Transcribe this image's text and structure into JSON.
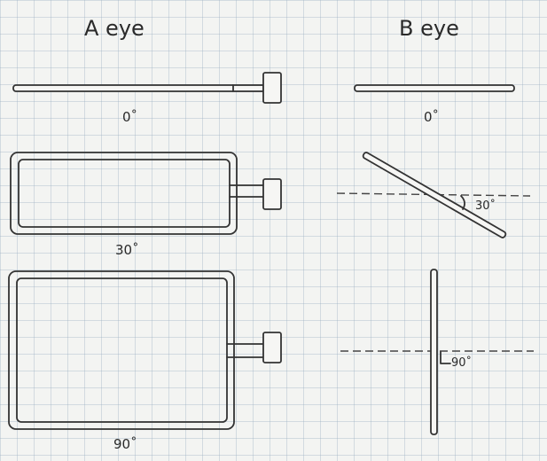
{
  "titles": {
    "a_eye": "A eye",
    "b_eye": "B eye"
  },
  "angles": {
    "a_0": "0˚",
    "a_30": "30˚",
    "a_90": "90˚",
    "b_0": "0˚",
    "b_30": "30˚",
    "b_90": "90˚"
  },
  "colors": {
    "ink": "#333333",
    "paper": "#f3f4f2",
    "grid": "#96aabe"
  }
}
